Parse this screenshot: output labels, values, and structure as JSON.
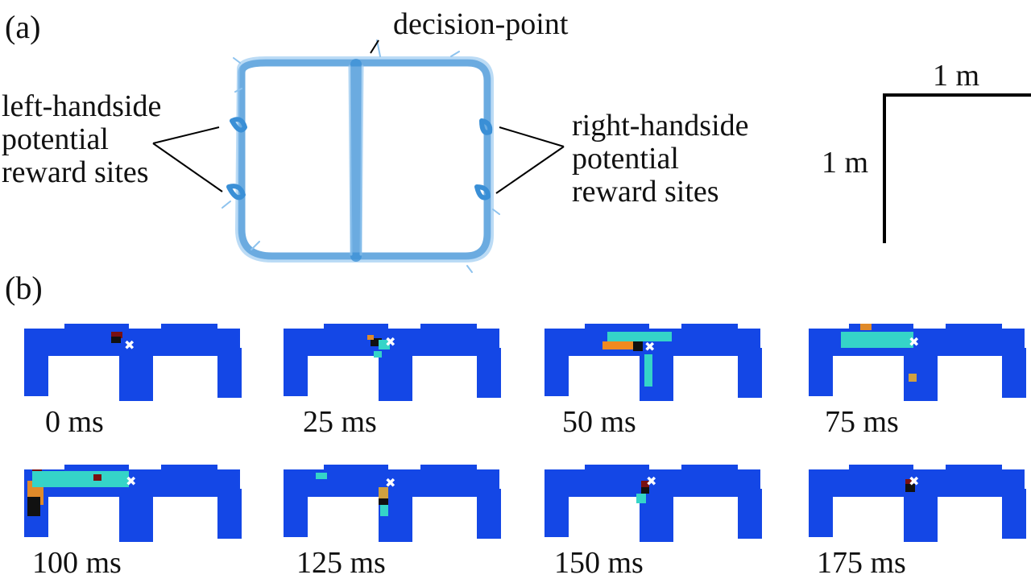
{
  "panel_a": {
    "label": "(a)",
    "decision_point": "decision-point",
    "left_sites": "left-handside\npotential\nreward sites",
    "right_sites": "right-handside\npotential\nreward sites",
    "scale_horizontal": "1 m",
    "scale_vertical": "1 m",
    "trace_color": "#3a8fd6"
  },
  "panel_b": {
    "label": "(b)",
    "background_color": "#1447e6",
    "frames": [
      {
        "time": "0 ms"
      },
      {
        "time": "25 ms"
      },
      {
        "time": "50 ms"
      },
      {
        "time": "75 ms"
      },
      {
        "time": "100 ms"
      },
      {
        "time": "125 ms"
      },
      {
        "time": "150 ms"
      },
      {
        "time": "175 ms"
      }
    ]
  }
}
